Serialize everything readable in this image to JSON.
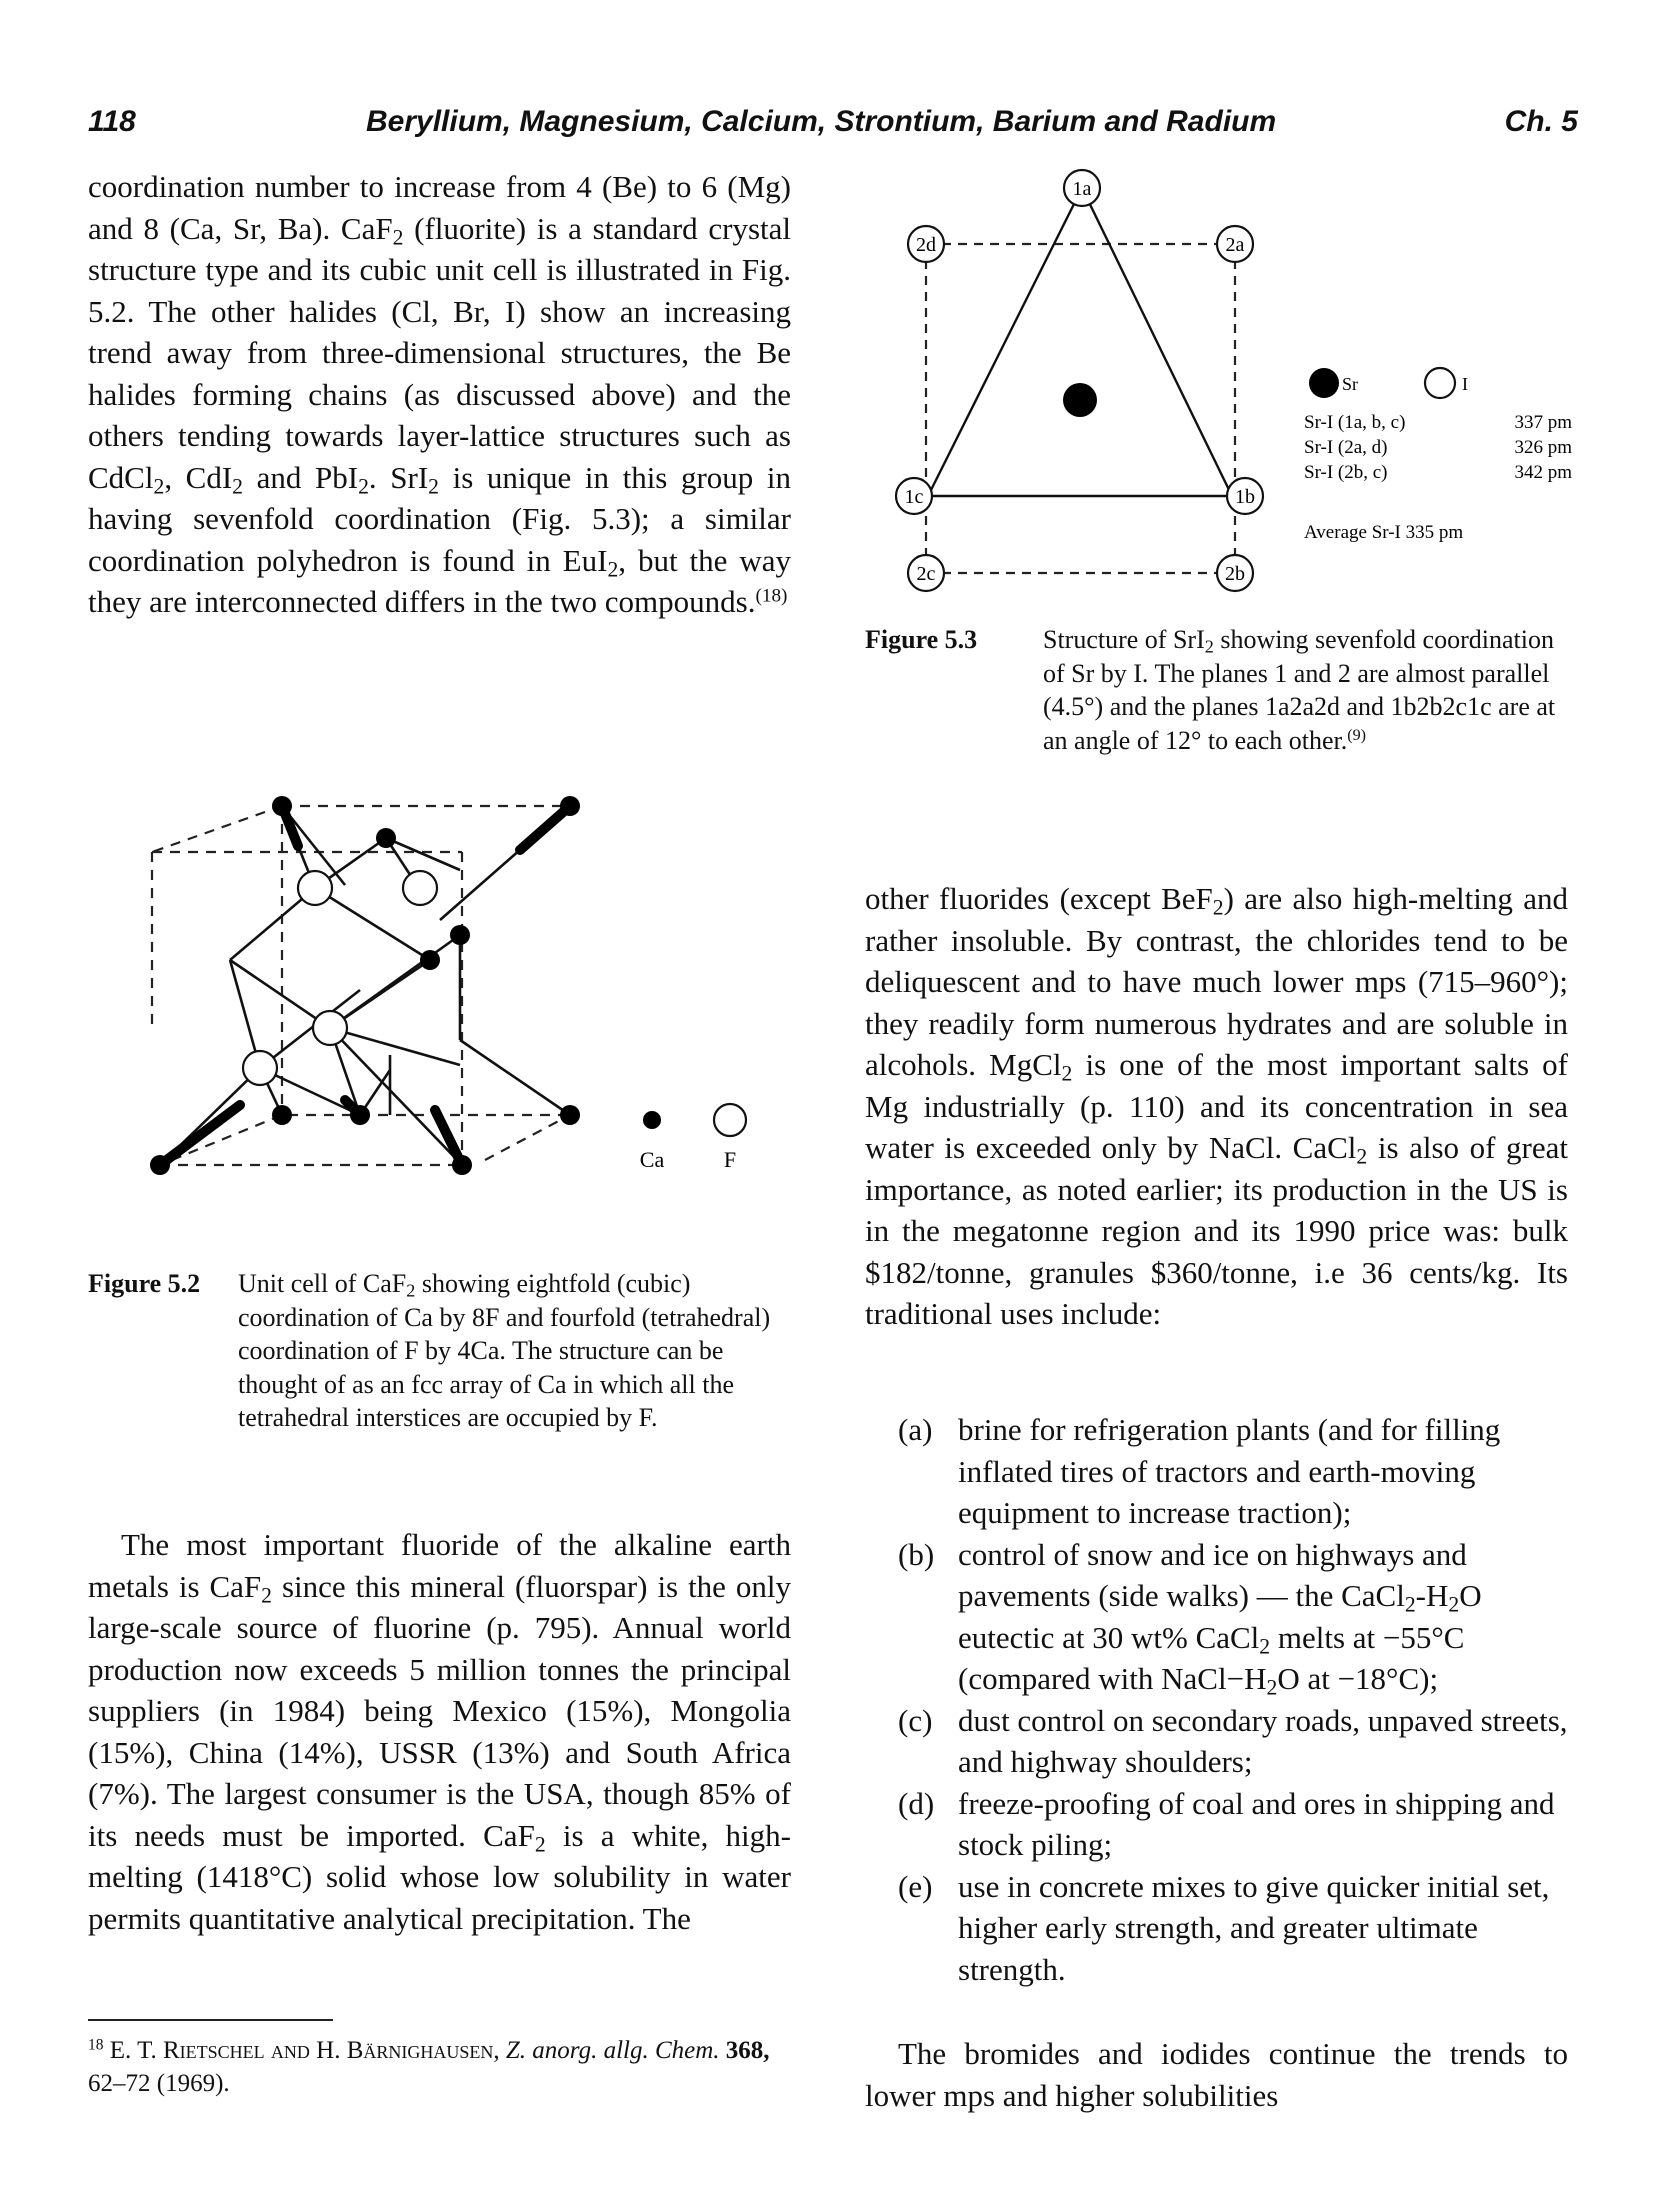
{
  "header": {
    "page_number": "118",
    "title": "Beryllium, Magnesium, Calcium, Strontium, Barium and Radium",
    "chapter": "Ch. 5"
  },
  "left_column": {
    "p1": {
      "a": "coordination number to increase from 4 (Be) to 6 (Mg) and 8 (Ca, Sr, Ba). CaF",
      "b": " (fluorite) is a standard crystal structure type and its cubic unit cell is illustrated in Fig. 5.2. The other halides (Cl, Br, I) show an increasing trend away from three-dimensional structures, the Be halides forming chains (as discussed above) and the others tending towards layer-lattice structures such as CdCl",
      "c": ", CdI",
      "d": " and PbI",
      "e": ". SrI",
      "f": " is unique in this group in having sevenfold coordination (Fig. 5.3); a similar coordination polyhedron is found in EuI",
      "g": ", but the way they are interconnected differs in the two compounds.",
      "ref": "(18)",
      "sub": "2"
    },
    "p2": {
      "a": "The most important fluoride of the alkaline earth metals is CaF",
      "b": " since this mineral (fluorspar) is the only large-scale source of fluorine (p. 795). Annual world production now exceeds 5 million tonnes the principal suppliers (in 1984) being Mexico (15%), Mongolia (15%), China (14%), USSR (13%) and South Africa (7%). The largest consumer is the USA, though 85% of its needs must be imported. CaF",
      "c": " is a white, high-melting (1418°C) solid whose low solubility in water permits quantitative analytical precipitation. The",
      "sub": "2"
    }
  },
  "figure_5_2": {
    "legend_ca": "Ca",
    "legend_f": "F",
    "caption_label": "Figure 5.2",
    "caption_a": "Unit cell of CaF",
    "caption_sub": "2",
    "caption_b": " showing eightfold (cubic) coordination of Ca by 8F and fourfold (tetrahedral) coordination of F by 4Ca. The structure can be thought of as an fcc array of Ca in which all the tetrahedral interstices are occupied by F."
  },
  "figure_5_3": {
    "labels": [
      "1a",
      "2d",
      "2a",
      "1c",
      "1b",
      "2c",
      "2b"
    ],
    "legend_sr": "Sr",
    "legend_i": "I",
    "distances": [
      {
        "bond": "Sr-I (1a, b, c)",
        "value": "337 pm"
      },
      {
        "bond": "Sr-I (2a, d)",
        "value": "326 pm"
      },
      {
        "bond": "Sr-I (2b, c)",
        "value": "342 pm"
      }
    ],
    "average": "Average Sr-I 335 pm",
    "caption_label": "Figure 5.3",
    "caption_a": "Structure of SrI",
    "caption_sub": "2",
    "caption_b": " showing sevenfold coordination of Sr by I. The planes 1 and 2 are almost parallel (4.5°) and the planes 1a2a2d and 1b2b2c1c are at an angle of 12° to each other.",
    "caption_ref": "(9)"
  },
  "right_column": {
    "p1": {
      "a": "other fluorides (except BeF",
      "b": ") are also high-melting and rather insoluble. By contrast, the chlorides tend to be deliquescent and to have much lower mps (715–960°); they readily form numerous hydrates and are soluble in alcohols. MgCl",
      "c": " is one of the most important salts of Mg industrially (p. 110) and its concentration in sea water is exceeded only by NaCl. CaCl",
      "d": " is also of great importance, as noted earlier; its production in the US is in the megatonne region and its 1990 price was: bulk $182/tonne, granules $360/tonne, i.e 36 cents/kg. Its traditional uses include:",
      "sub": "2"
    },
    "list": [
      {
        "mark": "(a)",
        "text": "brine for refrigeration plants (and for filling inflated tires of tractors and earth-moving equipment to increase traction);"
      },
      {
        "mark": "(b)",
        "text_a": "control of snow and ice on highways and pavements (side walks) — the CaCl",
        "text_b": "-H",
        "text_c": "O eutectic at 30 wt% CaCl",
        "text_d": " melts at −55°C (compared with NaCl−H",
        "text_e": "O at −18°C);"
      },
      {
        "mark": "(c)",
        "text": "dust control on secondary roads, unpaved streets, and highway shoulders;"
      },
      {
        "mark": "(d)",
        "text": "freeze-proofing of coal and ores in shipping and stock piling;"
      },
      {
        "mark": "(e)",
        "text": "use in concrete mixes to give quicker initial set, higher early strength, and greater ultimate strength."
      }
    ],
    "p2": "The bromides and iodides continue the trends to lower mps and higher solubilities"
  },
  "footnote": {
    "number": "18",
    "authors": "E. T. Rietschel and H. Bärnighausen,",
    "journal": "Z. anorg. allg. Chem.",
    "volume": "368,",
    "rest": "62–72 (1969)."
  }
}
